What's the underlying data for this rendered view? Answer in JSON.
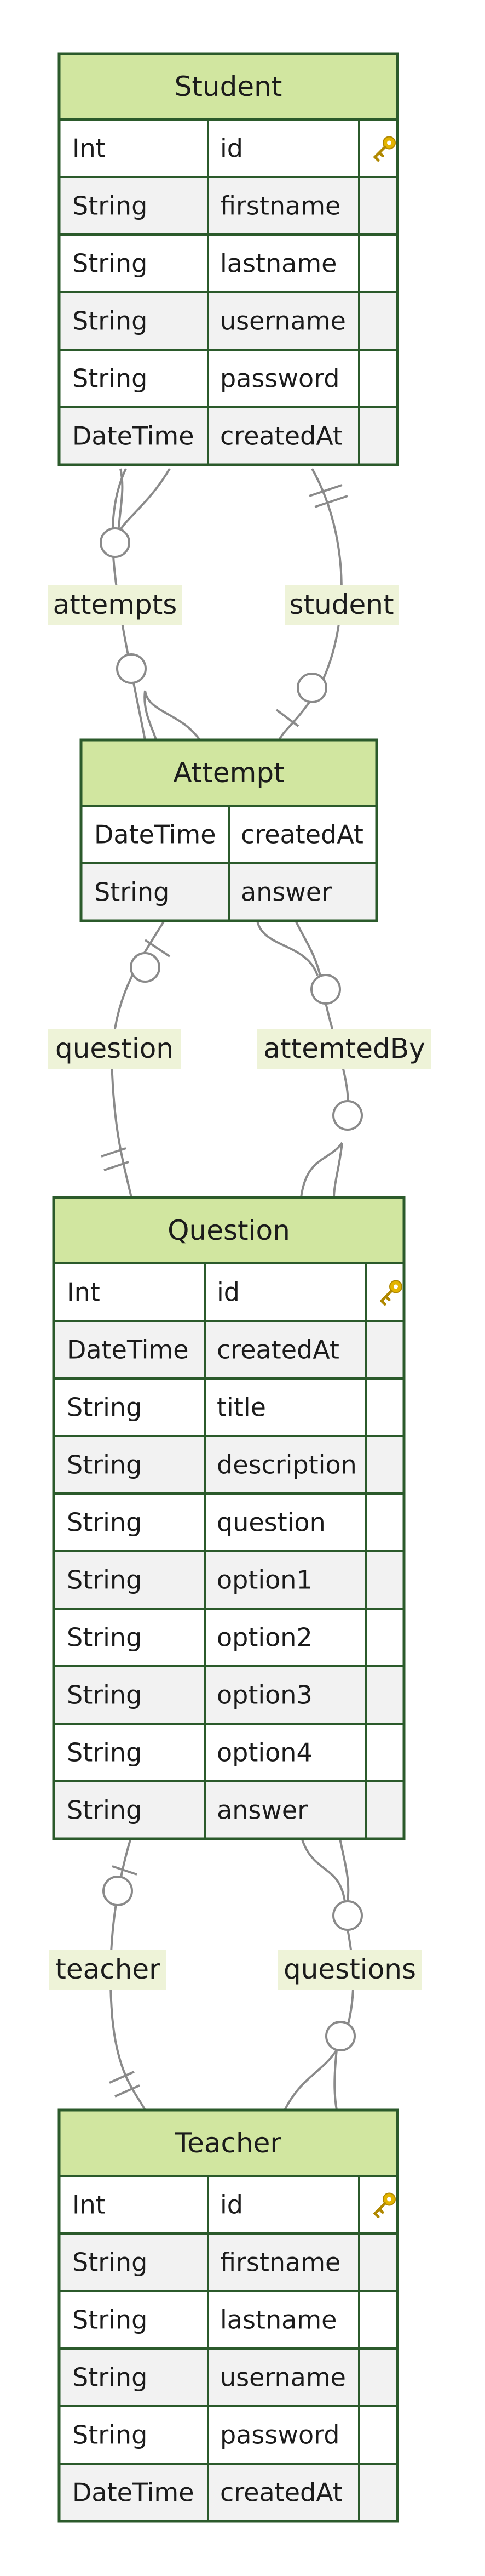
{
  "entities": {
    "student": {
      "name": "Student",
      "rows": [
        {
          "type": "Int",
          "name": "id",
          "key": true
        },
        {
          "type": "String",
          "name": "firstname",
          "key": false
        },
        {
          "type": "String",
          "name": "lastname",
          "key": false
        },
        {
          "type": "String",
          "name": "username",
          "key": false
        },
        {
          "type": "String",
          "name": "password",
          "key": false
        },
        {
          "type": "DateTime",
          "name": "createdAt",
          "key": false
        }
      ]
    },
    "attempt": {
      "name": "Attempt",
      "rows": [
        {
          "type": "DateTime",
          "name": "createdAt",
          "key": false
        },
        {
          "type": "String",
          "name": "answer",
          "key": false
        }
      ]
    },
    "question": {
      "name": "Question",
      "rows": [
        {
          "type": "Int",
          "name": "id",
          "key": true
        },
        {
          "type": "DateTime",
          "name": "createdAt",
          "key": false
        },
        {
          "type": "String",
          "name": "title",
          "key": false
        },
        {
          "type": "String",
          "name": "description",
          "key": false
        },
        {
          "type": "String",
          "name": "question",
          "key": false
        },
        {
          "type": "String",
          "name": "option1",
          "key": false
        },
        {
          "type": "String",
          "name": "option2",
          "key": false
        },
        {
          "type": "String",
          "name": "option3",
          "key": false
        },
        {
          "type": "String",
          "name": "option4",
          "key": false
        },
        {
          "type": "String",
          "name": "answer",
          "key": false
        }
      ]
    },
    "teacher": {
      "name": "Teacher",
      "rows": [
        {
          "type": "Int",
          "name": "id",
          "key": true
        },
        {
          "type": "String",
          "name": "firstname",
          "key": false
        },
        {
          "type": "String",
          "name": "lastname",
          "key": false
        },
        {
          "type": "String",
          "name": "username",
          "key": false
        },
        {
          "type": "String",
          "name": "password",
          "key": false
        },
        {
          "type": "DateTime",
          "name": "createdAt",
          "key": false
        }
      ]
    }
  },
  "relationships": {
    "attempts": "attempts",
    "student": "student",
    "question": "question",
    "attemtedBy": "attemtedBy",
    "teacher": "teacher",
    "questions": "questions"
  }
}
